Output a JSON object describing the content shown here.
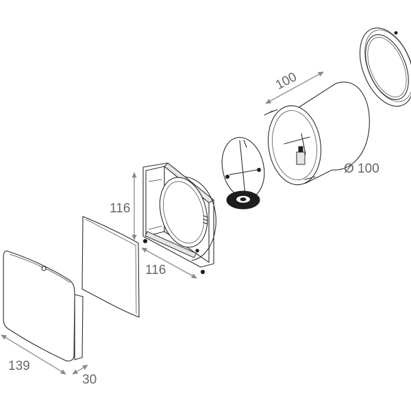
{
  "dimensions": {
    "tube_length": "100",
    "tube_diameter": "Ø 100",
    "frame_height": "116",
    "frame_width": "116",
    "cover_width": "139",
    "cover_depth": "30"
  },
  "colors": {
    "line": "#2b2b2b",
    "dimension": "#8a8a8a",
    "label": "#666666"
  }
}
